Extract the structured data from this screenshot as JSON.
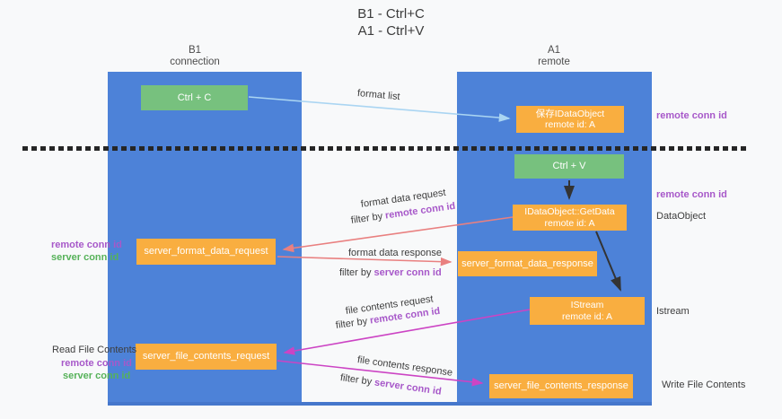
{
  "title": {
    "line1": "B1 - Ctrl+C",
    "line2": "A1 - Ctrl+V"
  },
  "columns": {
    "left": {
      "header": "B1\nconnection"
    },
    "right": {
      "header": "A1\nremote"
    }
  },
  "boxes": {
    "ctrl_c": "Ctrl + C",
    "ctrl_v": "Ctrl + V",
    "save_dataobject": {
      "line1": "保存IDataObject",
      "line2": "remote id: A"
    },
    "getdata": {
      "line1": "IDataObject::GetData",
      "line2": "remote id: A"
    },
    "istream": {
      "line1": "IStream",
      "line2": "remote id: A"
    },
    "format_request": "server_format_data_request",
    "format_response": "server_format_data_response",
    "file_request": "server_file_contents_request",
    "file_response": "server_file_contents_response"
  },
  "arrow_labels": {
    "format_list": "format list",
    "format_data_request": "format data request",
    "format_data_response": "format data response",
    "file_contents_request": "file contents request",
    "file_contents_response": "file contents response",
    "filter_by": "filter by",
    "remote_conn_id": "remote conn id",
    "server_conn_id": "server conn id"
  },
  "side_labels": {
    "right_remote_conn_id_1": "remote conn id",
    "right_remote_conn_id_2": "remote conn id",
    "dataobject": "DataObject",
    "istream": "Istream",
    "write_file_contents": "Write File Contents",
    "left_remote_conn_id_1": "remote conn id",
    "left_server_conn_id_1": "server conn id",
    "read_file_contents": "Read File Contents",
    "left_remote_conn_id_2": "remote conn id",
    "left_server_conn_id_2": "server conn id"
  },
  "colors": {
    "background": "#f8f9fa",
    "column_blue": "#4d82d8",
    "box_green": "#77c17e",
    "box_orange": "#f9ae40",
    "arrow_light_blue": "#aad5f2",
    "arrow_salmon": "#e98080",
    "arrow_magenta": "#cc44c4",
    "arrow_black": "#333333",
    "text_purple": "#a758c9",
    "text_green": "#56b259"
  }
}
